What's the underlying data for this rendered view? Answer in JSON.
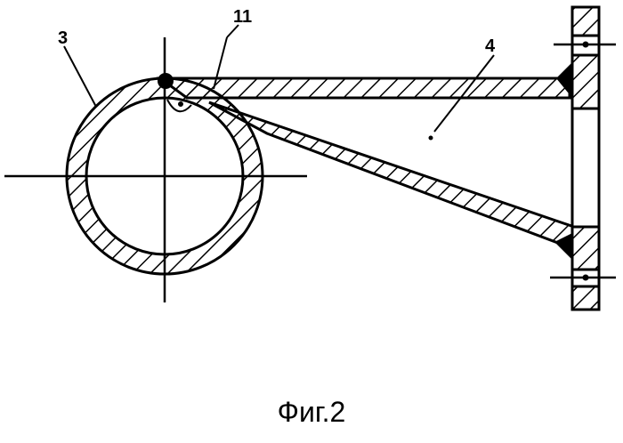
{
  "labels": {
    "ref_3": "3",
    "ref_11": "11",
    "ref_4": "4"
  },
  "caption": "Фиг.2",
  "colors": {
    "line": "#000000",
    "background": "#ffffff"
  }
}
